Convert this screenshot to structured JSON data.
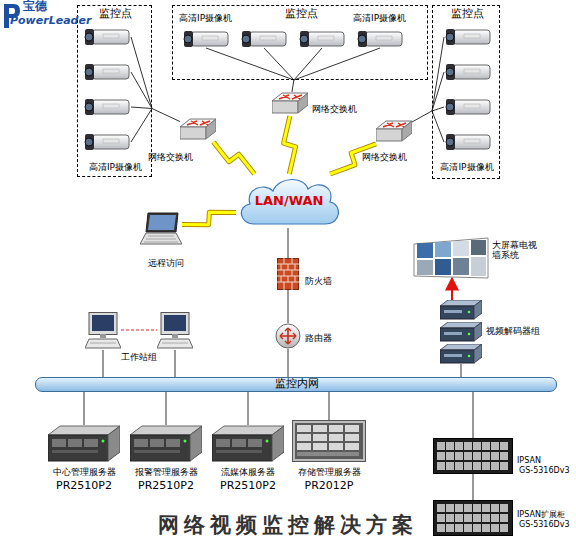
{
  "diagram": {
    "title": "网络视频监控解决方案",
    "nodes": [
      {
        "text": [
          "监控点",
          "高清IP摄像机"
        ]
      },
      {
        "text": [
          "监控点",
          "高清IP摄像机",
          "高清IP摄像机"
        ]
      },
      {
        "text": [
          "监控点",
          "高清IP摄像机"
        ]
      },
      {
        "text": [
          "网络交换机"
        ]
      },
      {
        "text": [
          "网络交换机"
        ]
      },
      {
        "text": [
          "网络交换机"
        ]
      },
      {
        "text": [
          "LAN/WAN"
        ]
      },
      {
        "text": [
          "远程访问"
        ]
      },
      {
        "text": [
          "防火墙"
        ]
      },
      {
        "text": [
          "大屏幕电视墙系统"
        ]
      },
      {
        "text": [
          "路由器"
        ]
      },
      {
        "text": [
          "视频解码器组"
        ]
      },
      {
        "text": [
          "工作站组"
        ]
      },
      {
        "text": [
          "监控内网"
        ]
      },
      {
        "text": [
          "中心管理服务器",
          "PR2510P2"
        ]
      },
      {
        "text": [
          "报警管理服务器",
          "PR2510P2"
        ]
      },
      {
        "text": [
          "流媒体服务器",
          "PR2510P2"
        ]
      },
      {
        "text": [
          "存储管理服务器",
          "PR2012P"
        ]
      },
      {
        "text": [
          "IPSAN",
          "GS-5316Dv3"
        ]
      },
      {
        "text": [
          "IPSAN扩展柜",
          "GS-5316Dv3"
        ]
      }
    ],
    "edges": [
      {
        "from": 0,
        "to": 3,
        "arrow": "none"
      },
      {
        "from": 1,
        "to": 4,
        "arrow": "none"
      },
      {
        "from": 2,
        "to": 5,
        "arrow": "none"
      },
      {
        "from": 3,
        "to": 6,
        "arrow": "none"
      },
      {
        "from": 4,
        "to": 6,
        "arrow": "none"
      },
      {
        "from": 5,
        "to": 6,
        "arrow": "none"
      },
      {
        "from": 7,
        "to": 6,
        "arrow": "none"
      },
      {
        "from": 6,
        "to": 8,
        "arrow": "none"
      },
      {
        "from": 8,
        "to": 10,
        "arrow": "none"
      },
      {
        "from": 10,
        "to": 13,
        "arrow": "none"
      },
      {
        "from": 12,
        "to": 13,
        "arrow": "none"
      },
      {
        "from": 14,
        "to": 13,
        "arrow": "none"
      },
      {
        "from": 15,
        "to": 13,
        "arrow": "none"
      },
      {
        "from": 16,
        "to": 13,
        "arrow": "none"
      },
      {
        "from": 17,
        "to": 13,
        "arrow": "none"
      },
      {
        "from": 18,
        "to": 13,
        "arrow": "none"
      },
      {
        "from": 19,
        "to": 18,
        "arrow": "none"
      },
      {
        "from": 11,
        "to": 13,
        "arrow": "none"
      },
      {
        "from": 11,
        "to": 9,
        "arrow": "to"
      }
    ],
    "labels": [
      "宝德",
      "PowerLeader"
    ]
  }
}
